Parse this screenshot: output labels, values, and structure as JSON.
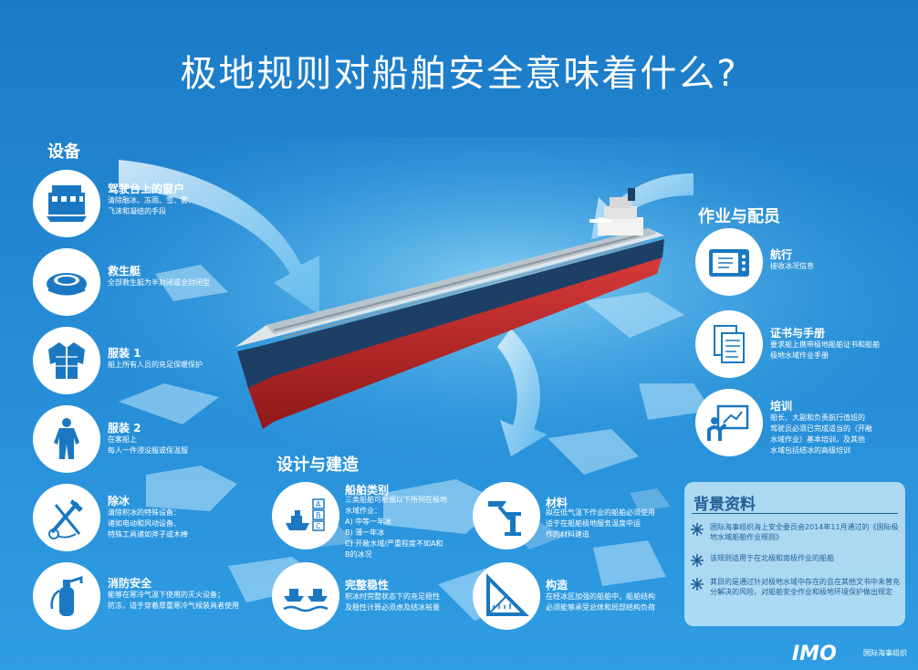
{
  "title": "极地规则对船舶安全意味着什么?",
  "sections": {
    "equipment": "设备",
    "operations": "作业与配员",
    "design": "设计与建造"
  },
  "equipment_items": [
    {
      "icon": "bridge-window-icon",
      "title": "驾驶台上的窗户",
      "desc": [
        "清除融冰、冻雨、雪、雾、",
        "飞沫和凝结的手段"
      ]
    },
    {
      "icon": "lifeboat-icon",
      "title": "救生艇",
      "desc": [
        "全部救生艇为半封闭或全封闭型"
      ]
    },
    {
      "icon": "jacket-icon",
      "title": "服装 1",
      "desc": [
        "船上所有人员的充足保暖保护"
      ]
    },
    {
      "icon": "immersion-suit-icon",
      "title": "服装 2",
      "desc": [
        "在客船上",
        "每人一件浸没服或保温服"
      ]
    },
    {
      "icon": "deicing-tools-icon",
      "title": "除冰",
      "desc": [
        "清除积冰的特殊设备：",
        "诸如电动和风动设备、",
        "特殊工具诸如斧子或木棒"
      ]
    },
    {
      "icon": "fire-extinguisher-icon",
      "title": "消防安全",
      "desc": [
        "能够在寒冷气温下使用的灭火设备；",
        "防冻，适于穿着厚重寒冷气候装具者使用"
      ]
    }
  ],
  "operations_items": [
    {
      "icon": "navigation-screen-icon",
      "title": "航行",
      "desc": [
        "接收冰况信息"
      ]
    },
    {
      "icon": "certificate-documents-icon",
      "title": "证书与手册",
      "desc": [
        "要求船上携带极地船舶证书和船舶",
        "极地水域作业手册"
      ]
    },
    {
      "icon": "training-presentation-icon",
      "title": "培训",
      "desc": [
        "船长、大副和负责航行值班的",
        "驾驶员必须已完成适当的（开敞",
        "水域作业）基本培训，及其他",
        "水域包括结冰的高级培训"
      ]
    }
  ],
  "design_items": [
    {
      "icon": "ship-category-icon",
      "title": "船舶类别",
      "desc": [
        "三类船舶可根据以下所列在极地",
        "水域作业：",
        "A) 中等一年冰",
        "B) 薄一年冰",
        "C) 开敞水域/严重程度不如A和",
        "B的冰况"
      ]
    },
    {
      "icon": "materials-icon",
      "title": "材料",
      "desc": [
        "拟在低气温下作业的船舶必须使用",
        "适于在船舶极地服务温度中运",
        "作的材料建造"
      ]
    },
    {
      "icon": "stability-ships-icon",
      "title": "完整稳性",
      "desc": [
        "积冰时完整状态下的充足稳性",
        "及稳性计算必须虑及结冰裕量"
      ]
    },
    {
      "icon": "structure-icon",
      "title": "构造",
      "desc": [
        "在经冰区加强的船舶中，船舶结构",
        "必须能够承受总体和局部结构负荷"
      ]
    }
  ],
  "background": {
    "title": "背景资料",
    "items": [
      "国际海事组织海上安全委员会2014年11月通过的《国际极地水域船舶作业规则》",
      "该规则适用于在北极和南极作业的船舶",
      "其目的是通过针对极地水域中存在的且在其他文书中未曾充分解决的风险，对船舶安全作业和极地环境保护做出规定"
    ]
  },
  "logo": {
    "mark": "IMO",
    "text": "国际海事组织"
  },
  "colors": {
    "accent": "#1a78c2",
    "panel_text": "#1f5f96"
  }
}
